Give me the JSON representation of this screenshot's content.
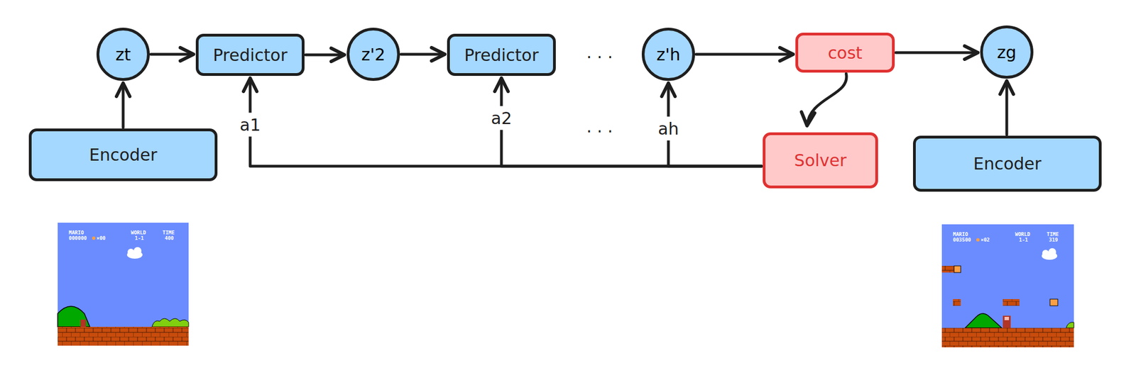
{
  "diagram": {
    "nodes": [
      {
        "text": [
          "zt"
        ]
      },
      {
        "text": [
          "Predictor"
        ]
      },
      {
        "text": [
          "z'2"
        ]
      },
      {
        "text": [
          "Predictor"
        ]
      },
      {
        "text": [
          "z'h"
        ]
      },
      {
        "text": [
          "cost"
        ]
      },
      {
        "text": [
          "zg"
        ]
      },
      {
        "text": [
          "Encoder"
        ]
      },
      {
        "text": [
          "Solver"
        ]
      },
      {
        "text": [
          "Encoder"
        ]
      }
    ],
    "edges": [
      {
        "from": 7,
        "to": 0,
        "arrow": "to"
      },
      {
        "from": 0,
        "to": 1,
        "arrow": "to"
      },
      {
        "from": 1,
        "to": 2,
        "arrow": "to"
      },
      {
        "from": 2,
        "to": 3,
        "arrow": "to"
      },
      {
        "from": 4,
        "to": 5,
        "arrow": "to"
      },
      {
        "from": 5,
        "to": 6,
        "arrow": "to"
      },
      {
        "from": 9,
        "to": 6,
        "arrow": "to"
      },
      {
        "from": 5,
        "to": 8,
        "arrow": "to"
      },
      {
        "from": 8,
        "to": 1,
        "label": "a1",
        "arrow": "to"
      },
      {
        "from": 8,
        "to": 3,
        "label": "a2",
        "arrow": "to"
      },
      {
        "from": 8,
        "to": 4,
        "label": "ah",
        "arrow": "to"
      }
    ],
    "labels": [
      ". . .",
      ". . .",
      "MARIO",
      "000000",
      "×00",
      "WORLD",
      "1-1",
      "TIME",
      "400",
      "MARIO",
      "003500",
      "×02",
      "WORLD",
      "1-1",
      "TIME",
      "319"
    ]
  }
}
